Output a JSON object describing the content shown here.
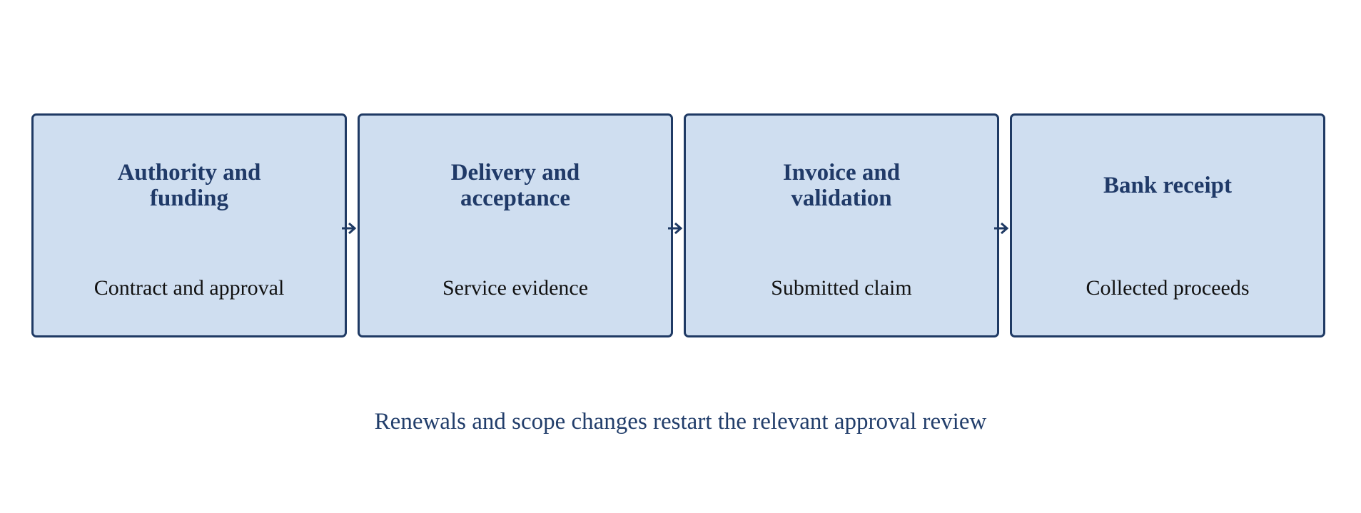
{
  "colors": {
    "box_fill": "#cfdef0",
    "box_border": "#1f3a64",
    "title_text": "#203a68",
    "body_text": "#111111",
    "note_text": "#223e6b"
  },
  "steps": [
    {
      "title": "Authority and funding",
      "subtitle": "Contract and approval"
    },
    {
      "title": "Delivery and acceptance",
      "subtitle": "Service evidence"
    },
    {
      "title": "Invoice and validation",
      "subtitle": "Submitted claim"
    },
    {
      "title": "Bank receipt",
      "subtitle": "Collected proceeds"
    }
  ],
  "connectors": [
    {
      "from": "Authority and funding",
      "to": "Delivery and acceptance",
      "icon": "arrow-right-icon"
    },
    {
      "from": "Delivery and acceptance",
      "to": "Invoice and validation",
      "icon": "arrow-right-icon"
    },
    {
      "from": "Invoice and validation",
      "to": "Bank receipt",
      "icon": "arrow-right-icon"
    }
  ],
  "note": "Renewals and scope changes restart the relevant approval review"
}
